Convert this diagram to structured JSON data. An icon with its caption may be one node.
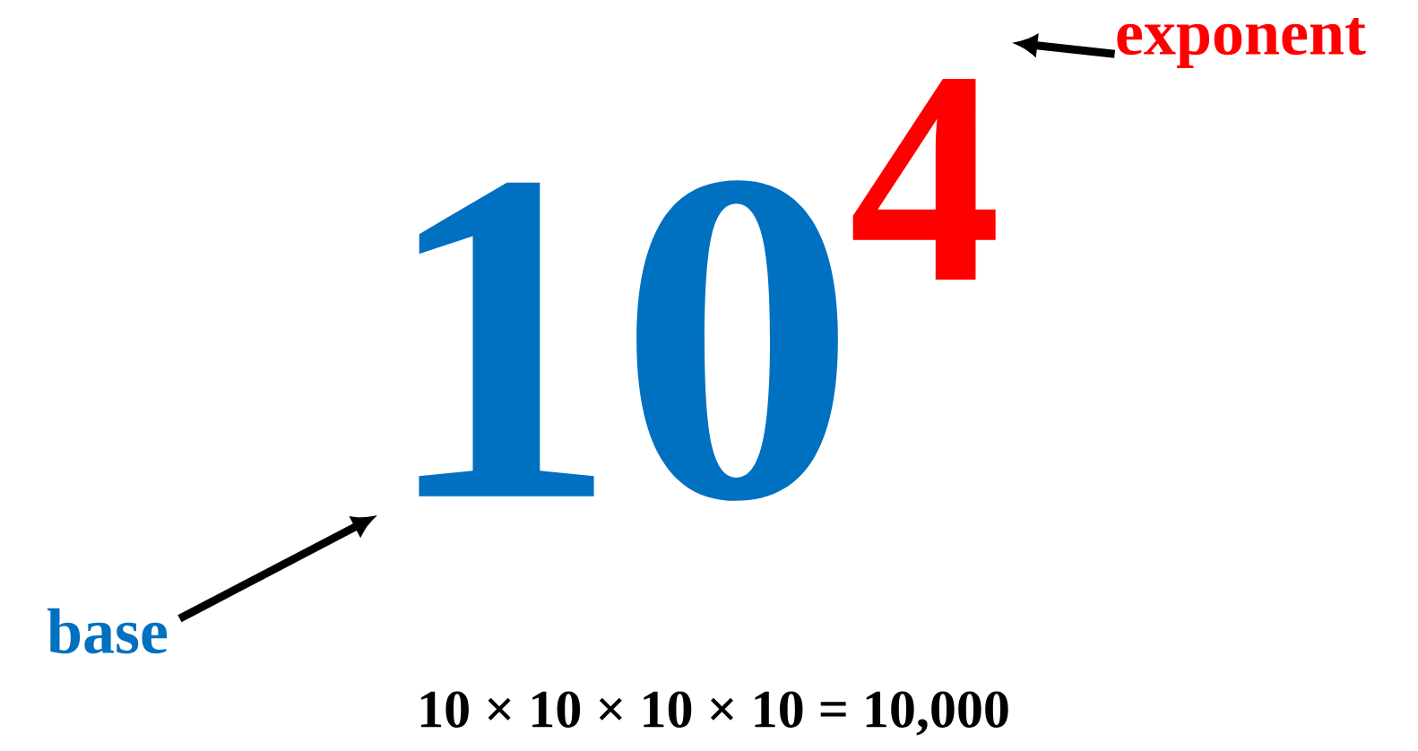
{
  "diagram": {
    "nodes": [
      {
        "text": [
          "10"
        ]
      },
      {
        "text": [
          "4"
        ]
      },
      {
        "text": [
          "exponent"
        ]
      },
      {
        "text": [
          "base"
        ]
      }
    ],
    "edges": [
      {
        "from": 2,
        "to": 1,
        "arrow": "to"
      },
      {
        "from": 3,
        "to": 0,
        "arrow": "to"
      }
    ],
    "labels": [
      "10 × 10 × 10 × 10 = 10,000"
    ]
  }
}
